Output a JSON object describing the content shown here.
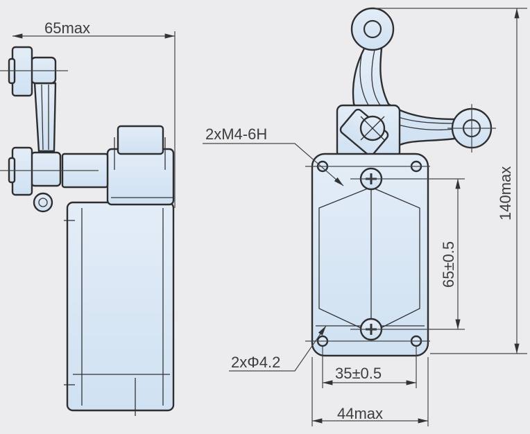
{
  "dimensions": {
    "side_width": "65max",
    "thread": "2xM4-6H",
    "height": "140max",
    "hole_spacing_vertical": "65±0.5",
    "hole_diameter": "2xΦ4.2",
    "hole_spacing_horizontal": "35±0.5",
    "body_width": "44max"
  },
  "colors": {
    "background": "#ececef",
    "body_fill": "#dbe8f4",
    "outline": "#2e2e2e"
  }
}
